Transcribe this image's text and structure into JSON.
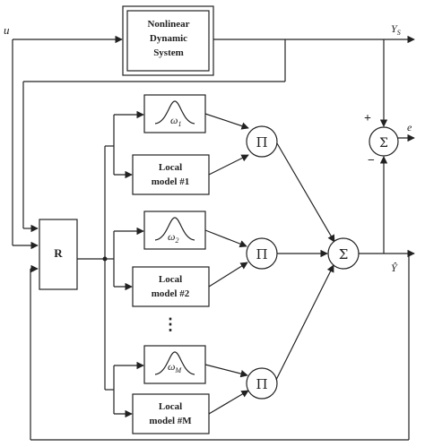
{
  "diagram": {
    "nonlinear_system": {
      "line1": "Nonlinear",
      "line2": "Dynamic",
      "line3": "System"
    },
    "input_label": "u",
    "system_output_label": "Y",
    "system_output_sub": "S",
    "model_output_label": "Ŷ",
    "error_label": "e",
    "regressor_label": "R",
    "product_symbol": "Π",
    "sum_symbol": "Σ",
    "plus_sign": "+",
    "minus_sign": "−",
    "ellipsis": "⋮",
    "weights": [
      {
        "symbol": "ω",
        "sub": "1"
      },
      {
        "symbol": "ω",
        "sub": "2"
      },
      {
        "symbol": "ω",
        "sub": "M"
      }
    ],
    "local_models": [
      {
        "line1": "Local",
        "line2": "model #1"
      },
      {
        "line1": "Local",
        "line2": "model #2"
      },
      {
        "line1": "Local",
        "line2": "model #M"
      }
    ]
  }
}
